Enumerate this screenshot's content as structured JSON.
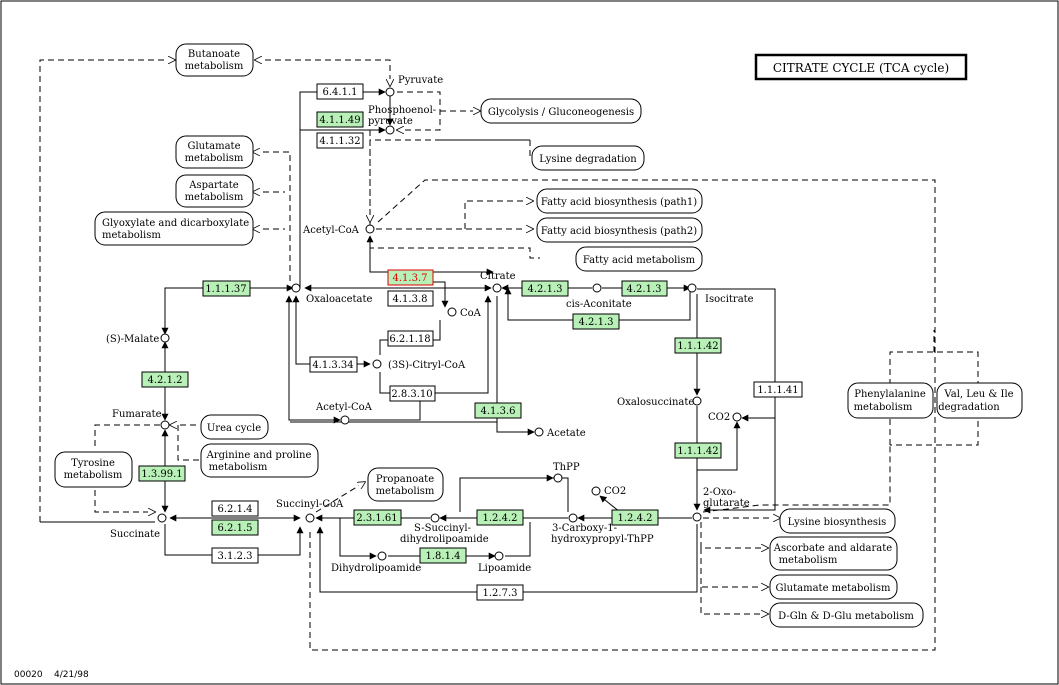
{
  "title": "CITRATE CYCLE (TCA cycle)",
  "footer": {
    "map_id": "00020",
    "date": "4/21/98"
  },
  "colors": {
    "enzyme_present": "#b8f0b8",
    "enzyme_absent": "#ffffff",
    "highlight_text": "#e00000",
    "highlight_border": "#e00000"
  },
  "compounds": {
    "pyruvate": "Pyruvate",
    "pep_1": "Phosphoenol-",
    "pep_2": "pyruvate",
    "acetyl_coa": "Acetyl-CoA",
    "citrate": "Citrate",
    "cis_aconitate": "cis-Aconitate",
    "isocitrate": "Isocitrate",
    "oxaloacetate": "Oxaloacetate",
    "coa": "CoA",
    "citryl_coa": "(3S)-Citryl-CoA",
    "malate": "(S)-Malate",
    "fumarate": "Fumarate",
    "succinate": "Succinate",
    "succinyl_coa": "Succinyl-CoA",
    "acetyl_coa_2": "Acetyl-CoA",
    "acetate": "Acetate",
    "oxalosuccinate": "Oxalosuccinate",
    "co2_1": "CO2",
    "co2_2": "CO2",
    "oxo_1": "2-Oxo-",
    "oxo_2": "glutarate",
    "thpp": "ThPP",
    "carboxy_1": "3-Carboxy-1-",
    "carboxy_2": "hydroxypropyl-ThPP",
    "s_succ_1": "S-Succinyl-",
    "s_succ_2": "dihydrolipoamide",
    "dihydrolipoamide": "Dihydrolipoamide",
    "lipoamide": "Lipoamide"
  },
  "maps": {
    "butanoate_1": "Butanoate",
    "butanoate_2": "metabolism",
    "glutamate_1": "Glutamate",
    "glutamate_2": "metabolism",
    "aspartate_1": "Aspartate",
    "aspartate_2": "metabolism",
    "glyoxylate_1": "Glyoxylate and dicarboxylate",
    "glyoxylate_2": "metabolism",
    "glycolysis": "Glycolysis / Gluconeogenesis",
    "lysine_deg": "Lysine degradation",
    "fab1": "Fatty acid biosynthesis (path1)",
    "fab2": "Fatty acid biosynthesis (path2)",
    "fam": "Fatty acid metabolism",
    "urea": "Urea cycle",
    "arg_1": "Arginine and proline",
    "arg_2": "metabolism",
    "tyr_1": "Tyrosine",
    "tyr_2": "metabolism",
    "prop_1": "Propanoate",
    "prop_2": "metabolism",
    "phe_1": "Phenylalanine",
    "phe_2": "metabolism",
    "val_1": "Val, Leu & Ile",
    "val_2": "degradation",
    "lys_bio": "Lysine biosynthesis",
    "asc_1": "Ascorbate and aldarate",
    "asc_2": "metabolism",
    "glu_met": "Glutamate metabolism",
    "dgln": "D-Gln & D-Glu metabolism"
  },
  "enzymes": {
    "e6411": "6.4.1.1",
    "e41149": "4.1.1.49",
    "e41132": "4.1.1.32",
    "e4137": "4.1.3.7",
    "e4138": "4.1.3.8",
    "e62118": "6.2.1.18",
    "e41334": "4.1.3.34",
    "e28310": "2.8.3.10",
    "e4136": "4.1.3.6",
    "e11137": "1.1.1.37",
    "e4212": "4.2.1.2",
    "e13991": "1.3.99.1",
    "e4213a": "4.2.1.3",
    "e4213b": "4.2.1.3",
    "e4213c": "4.2.1.3",
    "e11142a": "1.1.1.42",
    "e11141": "1.1.1.41",
    "e11142b": "1.1.1.42",
    "e6214": "6.2.1.4",
    "e6215": "6.2.1.5",
    "e3123": "3.1.2.3",
    "e23161": "2.3.1.61",
    "e1242a": "1.2.4.2",
    "e1242b": "1.2.4.2",
    "e1814": "1.8.1.4",
    "e1273": "1.2.7.3"
  }
}
